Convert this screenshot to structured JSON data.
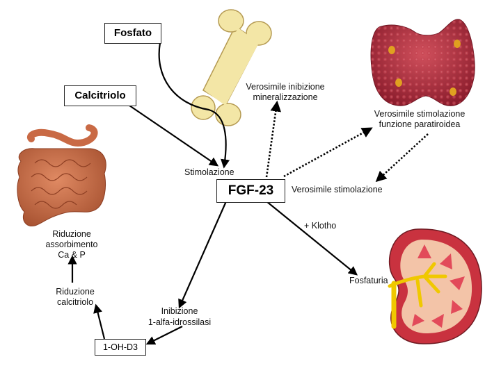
{
  "diagram": {
    "nodes": {
      "fosfato": "Fosfato",
      "calcitriolo": "Calcitriolo",
      "fgf23": "FGF-23",
      "oh_d3": "1-OH-D3"
    },
    "labels": {
      "stimolazione": "Stimolazione",
      "inibizione_mineralizzazione_1": "Verosimile inibizione",
      "inibizione_mineralizzazione_2": "mineralizzazione",
      "stimolazione_paratiroidea_1": "Verosimile stimolazione",
      "stimolazione_paratiroidea_2": "funzione paratiroidea",
      "verosimile_stimolazione": "Verosimile stimolazione",
      "klotho": "+ Klotho",
      "fosfaturia": "Fosfaturia",
      "inibizione_1": "Inibizione",
      "inibizione_2": "1-alfa-idrossilasi",
      "riduzione_calcitriolo_1": "Riduzione",
      "riduzione_calcitriolo_2": "calcitriolo",
      "riduzione_assorbimento_1": "Riduzione",
      "riduzione_assorbimento_2": "assorbimento",
      "riduzione_assorbimento_3": "Ca & P"
    },
    "illustrations": [
      "bone-illustration",
      "intestine-illustration",
      "thyroid-illustration",
      "kidney-illustration"
    ],
    "colors": {
      "bone": "#f3e6a6",
      "intestine": "#c96a45",
      "thyroid": "#a8283a",
      "kidney": "#d8324a",
      "arrow": "#000000"
    }
  }
}
